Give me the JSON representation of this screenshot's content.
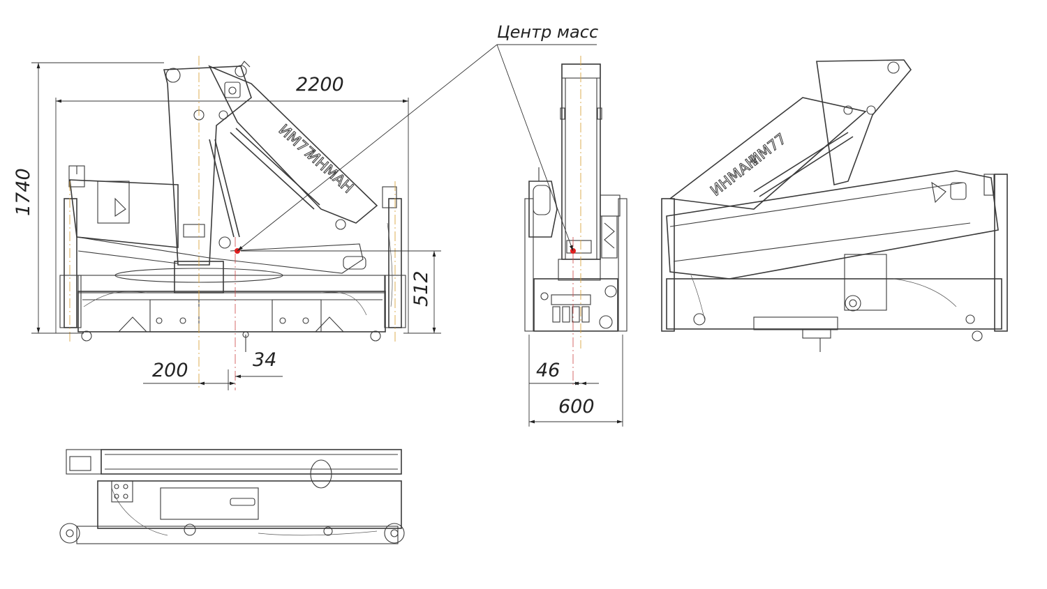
{
  "annotation": {
    "center_of_mass": "Центр масс"
  },
  "dimensions": {
    "width_total": "2200",
    "height_total": "1740",
    "com_height": "512",
    "com_offset_x": "200",
    "com_offset_small": "34",
    "front_offset": "46",
    "front_width": "600"
  },
  "branding": {
    "model": "ИМ77",
    "maker": "ИНМАН"
  },
  "colors": {
    "line": "#3a3a3a",
    "axis": "#d9a441",
    "com_marker": "#e02020"
  }
}
